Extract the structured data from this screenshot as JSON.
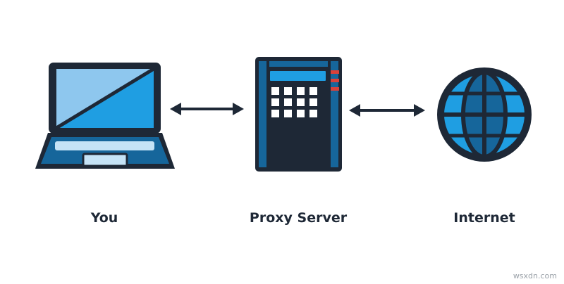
{
  "diagram": {
    "nodes": [
      {
        "id": "you",
        "label": "You",
        "icon": "laptop-icon"
      },
      {
        "id": "proxy",
        "label": "Proxy Server",
        "icon": "server-icon"
      },
      {
        "id": "internet",
        "label": "Internet",
        "icon": "globe-icon"
      }
    ],
    "edges": [
      {
        "from": "you",
        "to": "proxy",
        "direction": "bidirectional"
      },
      {
        "from": "proxy",
        "to": "internet",
        "direction": "bidirectional"
      }
    ]
  },
  "watermark": "wsxdn.com",
  "colors": {
    "outline": "#1e2836",
    "blue_light": "#8ec7ee",
    "blue_mid": "#1f9ee2",
    "blue_dark": "#16669b",
    "blue_pale": "#c5e3f6",
    "indicator_red": "#d9413a"
  }
}
